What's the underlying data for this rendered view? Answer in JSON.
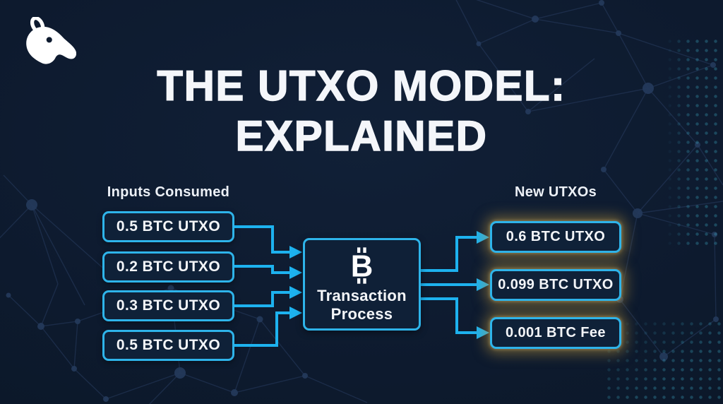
{
  "logo": {
    "name": "tapir"
  },
  "title": {
    "line1": "THE UTXO MODEL:",
    "line2": "EXPLAINED"
  },
  "inputs": {
    "header": "Inputs Consumed",
    "items": [
      "0.5 BTC UTXO",
      "0.2 BTC UTXO",
      "0.3 BTC UTXO",
      "0.5 BTC UTXO"
    ]
  },
  "process": {
    "icon_symbol": "B",
    "line1": "Transaction",
    "line2": "Process"
  },
  "outputs": {
    "header": "New UTXOs",
    "items": [
      "0.6 BTC UTXO",
      "0.099 BTC UTXO",
      "0.001 BTC Fee"
    ]
  },
  "colors": {
    "background": "#0d1a2e",
    "box_fill": "#0f2138",
    "accent_cyan": "#2eb4ea",
    "arrow_cyan": "#1db2ef",
    "output_glow_gold": "#c9a43c",
    "text_white": "#f3f5f8"
  }
}
